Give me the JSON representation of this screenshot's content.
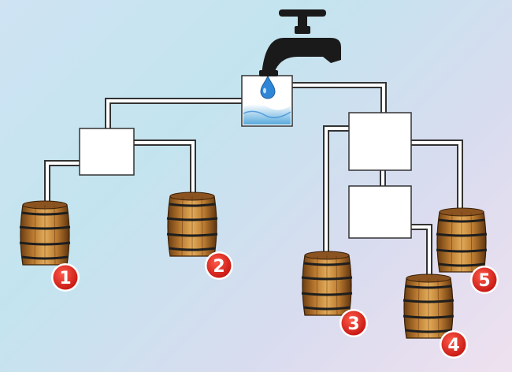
{
  "puzzle": {
    "faucet": {
      "icon": "faucet-icon",
      "color": "#1a1a1a"
    },
    "water_drop": {
      "icon": "water-drop-icon",
      "color": "#2f86d6"
    },
    "pipe_color": "#ffffff",
    "pipe_outline": "#333333",
    "tank_color": "#ffffff",
    "badge_color": "#e0201b",
    "barrels": [
      {
        "label": "1"
      },
      {
        "label": "2"
      },
      {
        "label": "3"
      },
      {
        "label": "4"
      },
      {
        "label": "5"
      }
    ]
  }
}
